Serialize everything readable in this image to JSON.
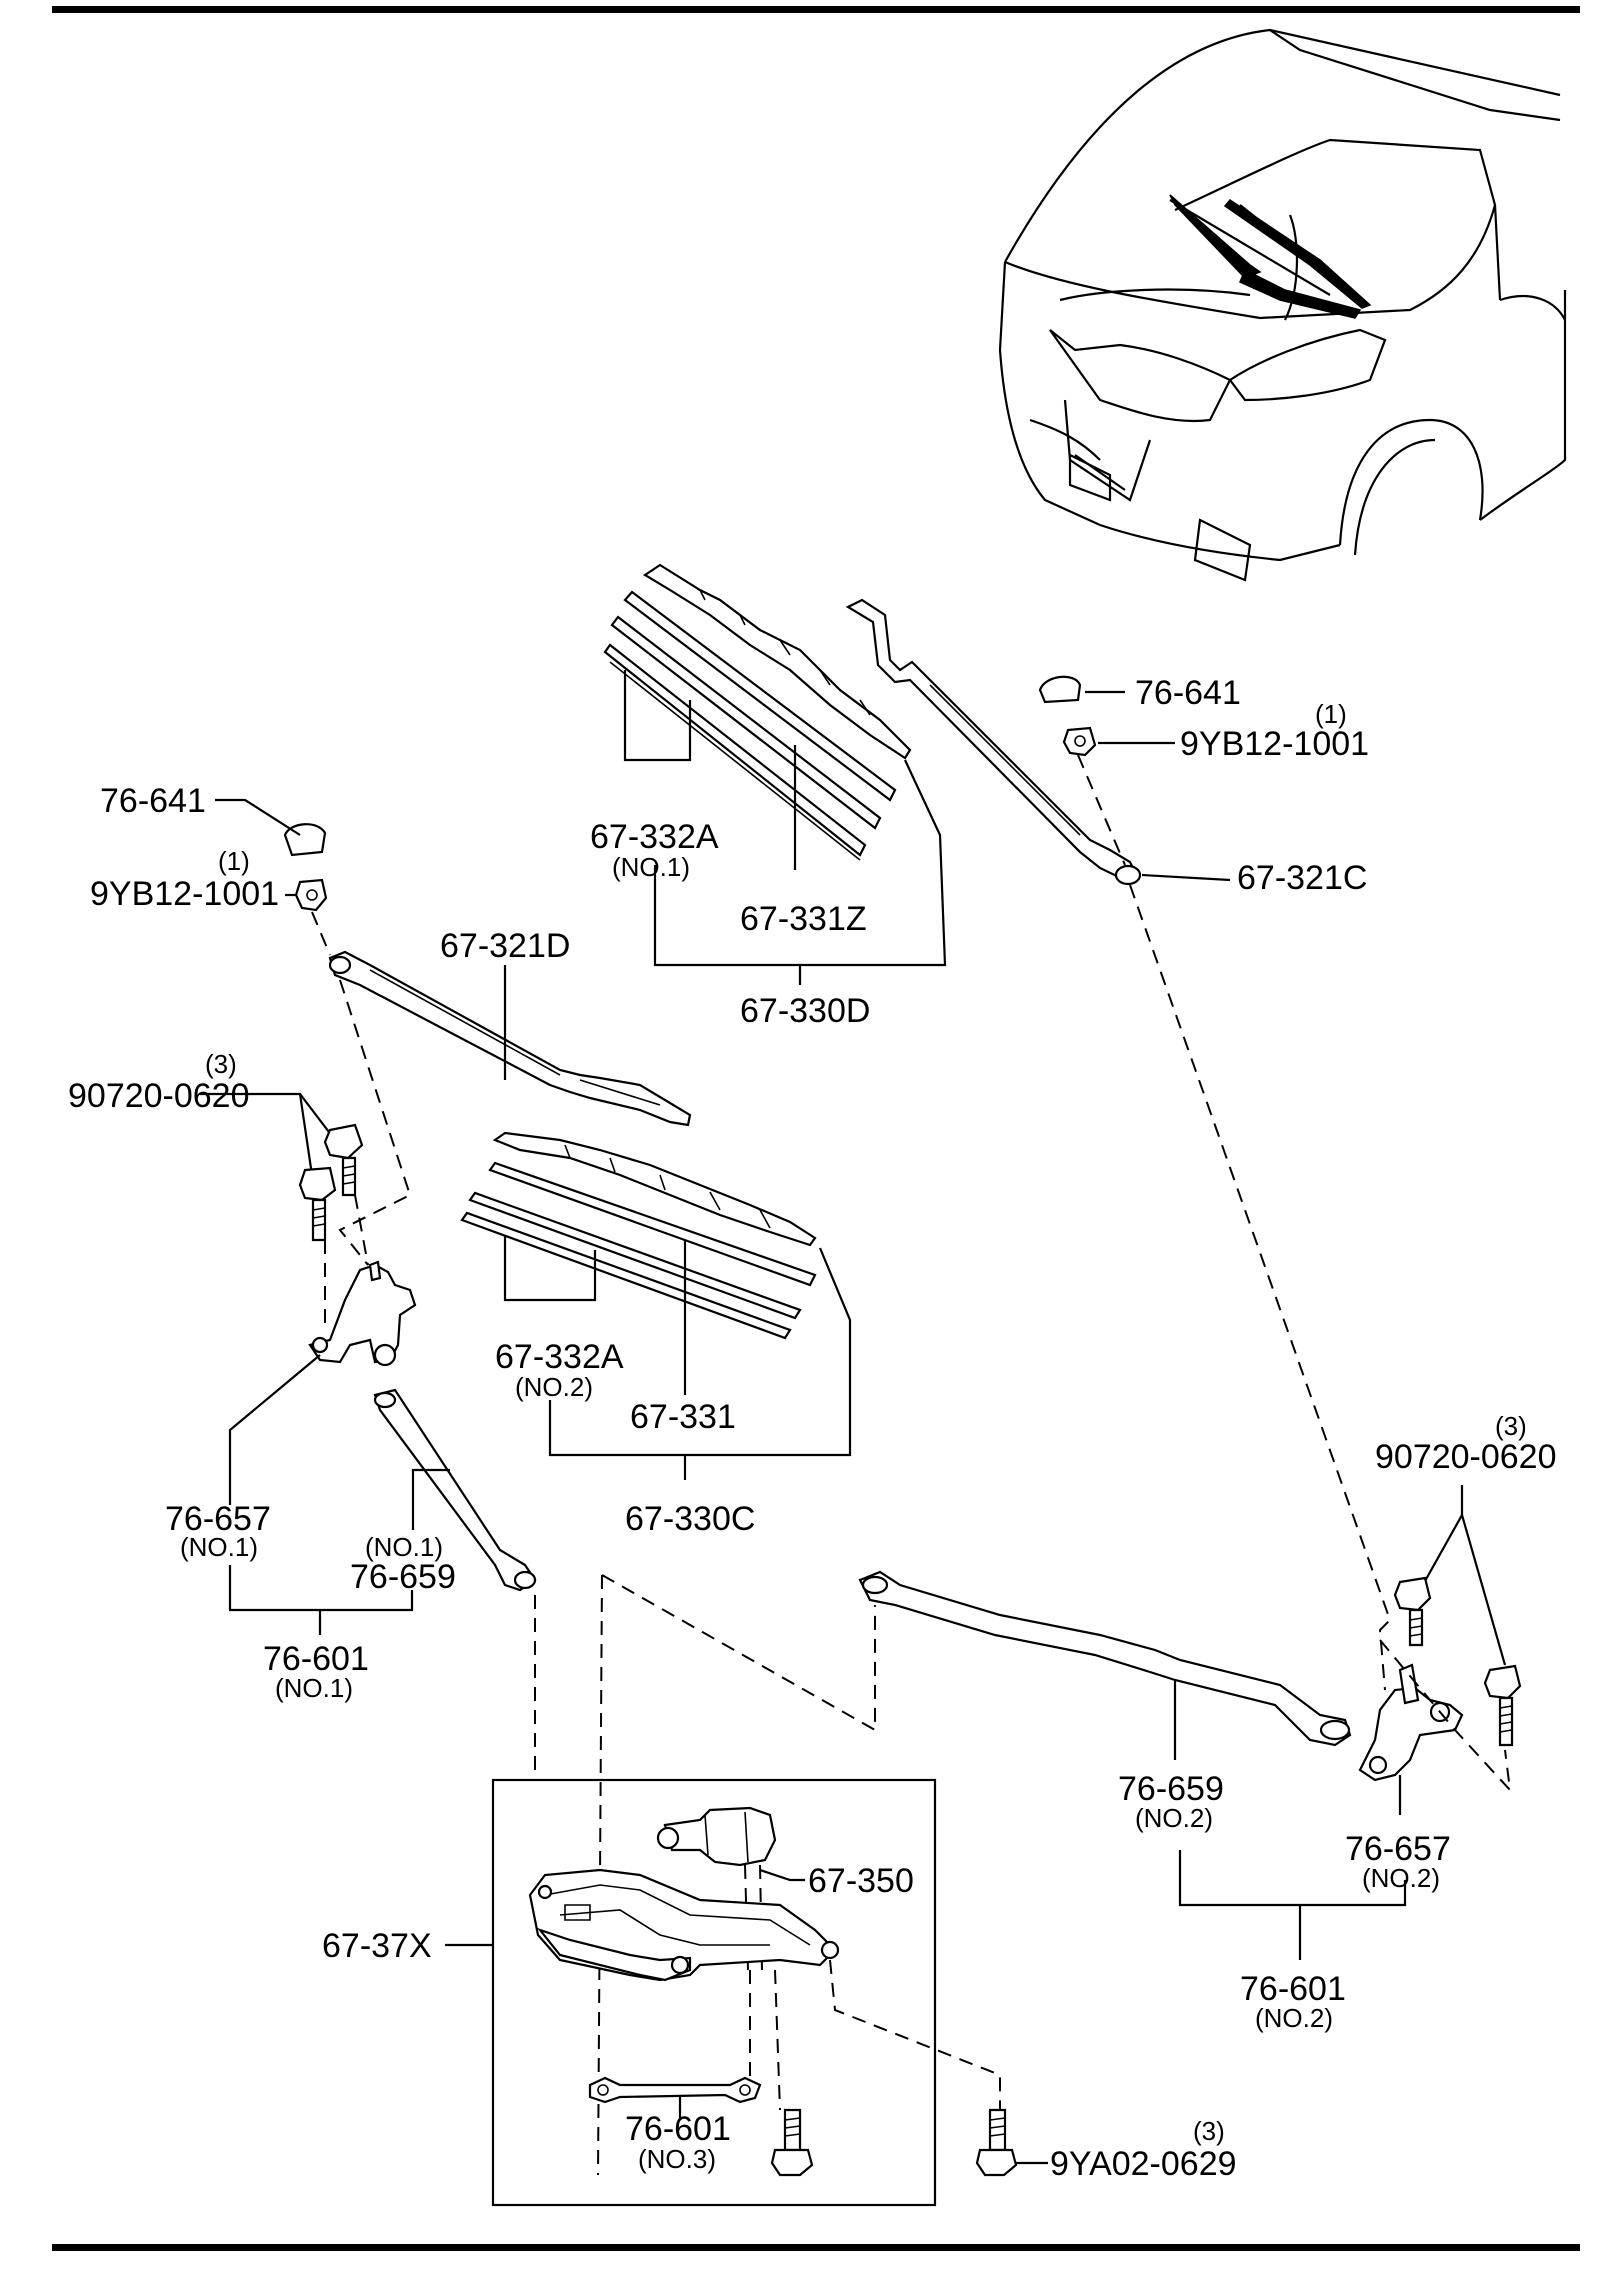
{
  "labels": {
    "wiper_cap_l": "76-641",
    "nut_l": "9YB12-1001",
    "nut_l_qty": "(1)",
    "blade_d_rubber": "67-332A",
    "blade_d_rubber_no": "(NO.1)",
    "blade_d_insert": "67-331Z",
    "blade_d_assy": "67-330D",
    "arm_d": "67-321D",
    "bolt_l": "90720-0620",
    "bolt_l_qty": "(3)",
    "blade_c_rubber": "67-332A",
    "blade_c_rubber_no": "(NO.2)",
    "blade_c_insert": "67-331",
    "blade_c_assy": "67-330C",
    "pivot_l": "76-657",
    "pivot_l_no": "(NO.1)",
    "link_l_no": "(NO.1)",
    "link_l": "76-659",
    "linkage_l": "76-601",
    "linkage_l_no": "(NO.1)",
    "wiper_cap_r": "76-641",
    "nut_r": "9YB12-1001",
    "nut_r_qty": "(1)",
    "arm_c": "67-321C",
    "bolt_r_qty": "(3)",
    "bolt_r": "90720-0620",
    "link_r": "76-659",
    "link_r_no": "(NO.2)",
    "pivot_r": "76-657",
    "pivot_r_no": "(NO.2)",
    "linkage_r": "76-601",
    "linkage_r_no": "(NO.2)",
    "motor": "67-350",
    "module": "67-37X",
    "linkage_c": "76-601",
    "linkage_c_no": "(NO.3)",
    "bolt_b_qty": "(3)",
    "bolt_b": "9YA02-0629"
  }
}
